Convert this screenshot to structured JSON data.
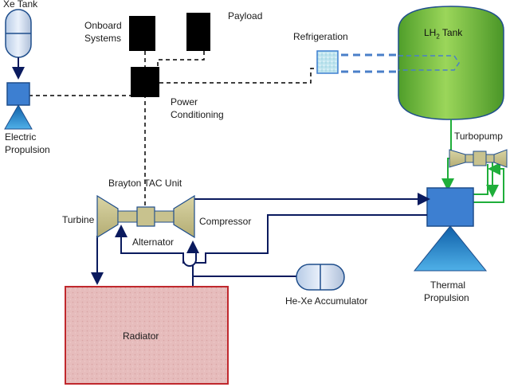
{
  "labels": {
    "xe_tank": "Xe Tank",
    "electric_propulsion_1": "Electric",
    "electric_propulsion_2": "Propulsion",
    "onboard_systems_1": "Onboard",
    "onboard_systems_2": "Systems",
    "payload": "Payload",
    "power_conditioning_1": "Power",
    "power_conditioning_2": "Conditioning",
    "refrigeration": "Refrigeration",
    "lh2_tank_prefix": "LH",
    "lh2_tank_sub": "2",
    "lh2_tank_suffix": " Tank",
    "turbopump": "Turbopump",
    "brayton_tac_unit": "Brayton TAC Unit",
    "turbine": "Turbine",
    "alternator": "Alternator",
    "compressor": "Compressor",
    "thermal_propulsion_1": "Thermal",
    "thermal_propulsion_2": "Propulsion",
    "he_xe_accumulator": "He-Xe Accumulator",
    "radiator": "Radiator"
  },
  "colors": {
    "component_blue": "#3d7fd1",
    "component_outline": "#1f4e8c",
    "gas_loop_line": "#0a1a5e",
    "hydrogen_line": "#1fae3a",
    "tank_green": "#7ac943",
    "turbomachine_tan": "#c8c28e",
    "radiator_fill": "#e3b8b8",
    "radiator_border": "#c0282d",
    "power_line": "#000000"
  }
}
